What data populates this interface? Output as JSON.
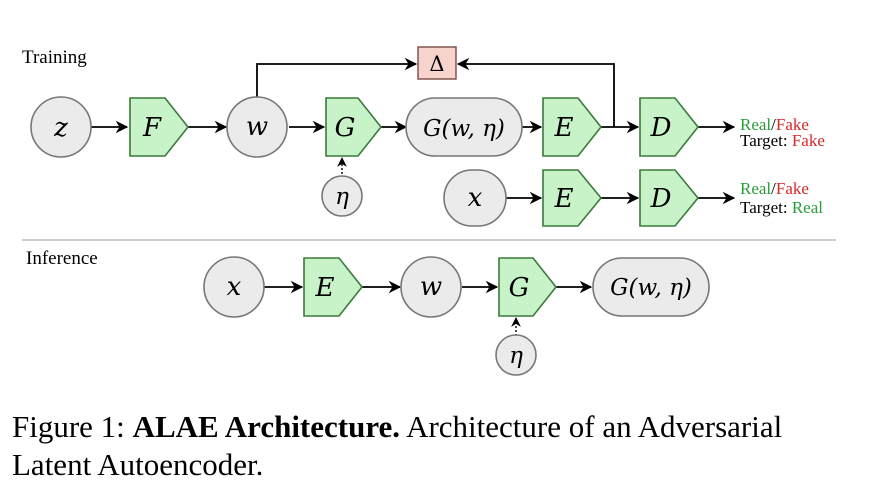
{
  "sections": {
    "training": "Training",
    "inference": "Inference"
  },
  "nodes": {
    "z": "z",
    "F": "F",
    "w": "w",
    "G": "G",
    "Gwn": "G(w, η)",
    "E": "E",
    "D": "D",
    "eta": "η",
    "x": "x",
    "delta": "Δ"
  },
  "outputs": {
    "real": "Real",
    "slash": "/",
    "fake": "Fake",
    "target_prefix": "Target: ",
    "target_fake": "Fake",
    "target_real": "Real"
  },
  "caption": {
    "prefix": "Figure 1: ",
    "bold": "ALAE Architecture.",
    "rest": " Architecture of an Adversarial Latent Autoencoder."
  },
  "colors": {
    "circle_fill": "#ebebeb",
    "pentagon_fill": "#c8f2c8",
    "delta_fill": "#f7d3cd",
    "real_green": "#2a9d3a",
    "fake_red": "#d42a2a",
    "separator": "#bbbbbb"
  }
}
